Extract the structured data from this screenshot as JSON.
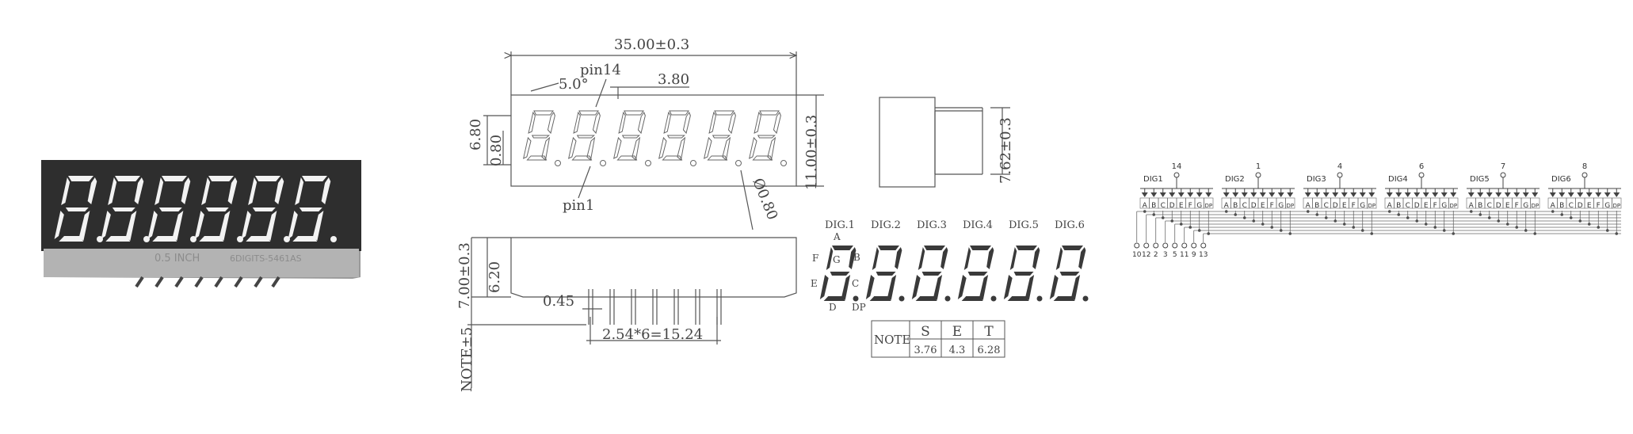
{
  "product_photo": {
    "display_digits": 6,
    "body_color": "#2e2e2e",
    "segment_color": "#f2f2f2",
    "label_text": "0.5 INCH",
    "label_code": "6DIGITS-5461AS"
  },
  "front_view": {
    "width_dim": "35.00±0.3",
    "angle_dim": "5.0°",
    "pitch_dim": "3.80",
    "pin14_label": "pin14",
    "pin1_label": "pin1",
    "height_dim": "6.80",
    "seg_dim": "0.80",
    "body_height_dim": "11.00±0.3",
    "dp_dim": "Ø0.80"
  },
  "side_view": {
    "depth_dim": "7.62±0.3"
  },
  "bottom_view": {
    "total_height_dim": "7.00±0.3",
    "body_dim": "6.20",
    "pin_width_dim": "0.45",
    "pin_pitch_dim": "2.54*6=15.24",
    "note_dim": "NOTE±5"
  },
  "segment_diagram": {
    "digit_labels": [
      "DIG.1",
      "DIG.2",
      "DIG.3",
      "DIG.4",
      "DIG.5",
      "DIG.6"
    ],
    "segment_labels": {
      "a": "A",
      "b": "B",
      "c": "C",
      "d": "D",
      "e": "E",
      "f": "F",
      "g": "G",
      "dp": "DP"
    }
  },
  "note_table": {
    "title": "NOTE",
    "headers": [
      "S",
      "E",
      "T"
    ],
    "values": [
      "3.76",
      "4.3",
      "6.28"
    ]
  },
  "schematic": {
    "digits": [
      {
        "label": "DIG1",
        "pin": "14"
      },
      {
        "label": "DIG2",
        "pin": "1"
      },
      {
        "label": "DIG3",
        "pin": "4"
      },
      {
        "label": "DIG4",
        "pin": "6"
      },
      {
        "label": "DIG5",
        "pin": "7"
      },
      {
        "label": "DIG6",
        "pin": "8"
      }
    ],
    "segments": [
      "A",
      "B",
      "C",
      "D",
      "E",
      "F",
      "G",
      "DP"
    ],
    "segment_pins": [
      "10",
      "12",
      "2",
      "3",
      "5",
      "11",
      "9",
      "13"
    ]
  }
}
